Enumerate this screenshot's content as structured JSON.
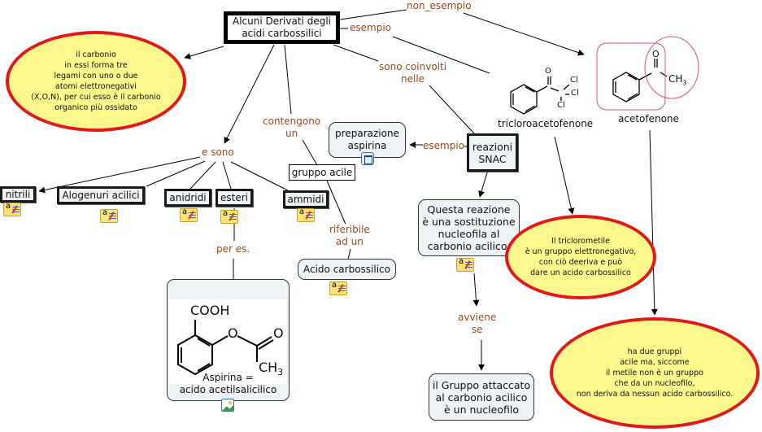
{
  "colors": {
    "link_label": "#9b4a1c",
    "ellipse_fill": "#fcf88e",
    "ellipse_border": "#e01919",
    "node_fill": "#eef3f6",
    "highlight_pink": "#d9547a"
  },
  "concepts": {
    "root": "Alcuni Derivati degli\nacidi carbossilici",
    "carbonio_note": "il carbonio\nin essi forma tre\nlegami con uno o due\natomi elettronegativi\n(X,O,N), per cui esso è il carbonio\norganico più ossidato",
    "nitrili": "nitrili",
    "alogenuri": "Alogenuri acilici",
    "anidridi": "anidridi",
    "esteri": "esteri",
    "ammidi": "ammidi",
    "gruppo_acile": "gruppo acile",
    "preparazione_aspirina": "preparazione\naspirina",
    "reazioni_snac": "reazioni\nSNAC",
    "acido_carbossilico": "Acido carbossilico",
    "questa_reazione": "Questa reazione\nè una sostituzione\nnucleofila al\ncarbonio acilico.",
    "aspirina_caption": "Aspirina =\nacido acetilsalicilico",
    "gruppo_attaccato": "il Gruppo attaccato\nal carbonio acilico\nè un nucleofilo",
    "triclorometile_note": "Il triclorometile\nè un gruppo elettronegativo,\ncon ciò deeriva e può\ndare un acido carbossilico",
    "ha_due_gruppi_note": "ha due gruppi\nacile ma, siccome\nil metile non è un gruppo\nche da un nucleofilo,\nnon deriva da nessun acido carbossilico.",
    "tricloroacetofenone": "tricloroacetofenone",
    "acetofenone": "acetofenone"
  },
  "link_labels": {
    "non_esempio": "non_esempio",
    "esempio_top": "esempio",
    "sono_coinvolti": "sono coinvolti\nnelle",
    "contengono": "contengono\nun",
    "e_sono": "e sono",
    "esempio_snac": "esempio",
    "riferibile": "riferibile\nad un",
    "per_es": "per es.",
    "avviene_se": "avviene\nse"
  },
  "chem": {
    "cooh": "COOH",
    "o": "O",
    "ch3": "CH",
    "sub3": "3",
    "cl": "Cl",
    "c": "C"
  },
  "icons": {
    "note": "annotation-note-icon",
    "submap": "concept-map-link-icon",
    "image": "image-resource-icon"
  }
}
